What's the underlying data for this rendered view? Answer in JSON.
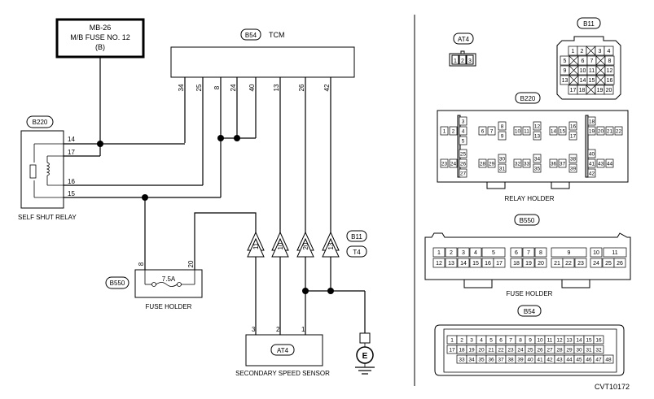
{
  "mb_fuse": {
    "line1": "MB-26",
    "line2": "M/B FUSE NO. 12",
    "line3": "(B)"
  },
  "tcm": {
    "id": "B54",
    "label": "TCM",
    "pins": [
      "34",
      "25",
      "8",
      "24",
      "40",
      "13",
      "26",
      "42"
    ]
  },
  "relay": {
    "id": "B220",
    "label": "SELF SHUT RELAY",
    "pins": [
      "14",
      "17",
      "16",
      "15"
    ]
  },
  "fuse_holder": {
    "id": "B550",
    "label": "FUSE HOLDER",
    "rating": "7.5A",
    "pins": [
      "8",
      "20"
    ]
  },
  "connectors": {
    "triangles": [
      "11",
      "10",
      "20",
      "13"
    ],
    "b11_id": "B11",
    "t4_id": "T4"
  },
  "sensor": {
    "id": "AT4",
    "label": "SECONDARY SPEED SENSOR",
    "pins": [
      "3",
      "2",
      "1"
    ],
    "ground": "E"
  },
  "panel": {
    "at4": {
      "id": "AT4",
      "pins": [
        "1",
        "2",
        "3"
      ]
    },
    "b11": {
      "id": "B11",
      "rows": [
        [
          "1",
          "2",
          "",
          "3",
          "4"
        ],
        [
          "5",
          "",
          "6",
          "7",
          "",
          "8"
        ],
        [
          "9",
          "",
          "10",
          "11",
          "",
          "12"
        ],
        [
          "13",
          "",
          "14",
          "15",
          "",
          "16"
        ],
        [
          "17",
          "18",
          "",
          "19",
          "20"
        ]
      ]
    },
    "b220": {
      "id": "B220",
      "label": "RELAY HOLDER",
      "pins": [
        "1",
        "2",
        "3",
        "4",
        "5",
        "6",
        "7",
        "8",
        "9",
        "10",
        "11",
        "12",
        "13",
        "14",
        "15",
        "16",
        "17",
        "18",
        "19",
        "20",
        "21",
        "22",
        "23",
        "24",
        "25",
        "26",
        "27",
        "28",
        "29",
        "30",
        "31",
        "32",
        "33",
        "34",
        "35",
        "36",
        "37",
        "38",
        "39",
        "40",
        "41",
        "42",
        "43",
        "44"
      ]
    },
    "b550": {
      "id": "B550",
      "label": "FUSE HOLDER",
      "top": [
        "1",
        "2",
        "3",
        "4",
        "5",
        "6",
        "7",
        "8",
        "9",
        "10",
        "11"
      ],
      "bottom": [
        "12",
        "13",
        "14",
        "15",
        "16",
        "17",
        "18",
        "19",
        "20",
        "21",
        "22",
        "23",
        "24",
        "25",
        "26"
      ]
    },
    "b54": {
      "id": "B54",
      "row1": [
        "1",
        "2",
        "3",
        "4",
        "5",
        "6",
        "7",
        "8",
        "9",
        "10",
        "11",
        "12",
        "13",
        "14",
        "15",
        "16"
      ],
      "row2": [
        "17",
        "18",
        "19",
        "20",
        "21",
        "22",
        "23",
        "24",
        "25",
        "26",
        "27",
        "28",
        "29",
        "30",
        "31",
        "32"
      ],
      "row3": [
        "33",
        "34",
        "35",
        "36",
        "37",
        "38",
        "39",
        "40",
        "41",
        "42",
        "43",
        "44",
        "45",
        "46",
        "47",
        "48"
      ]
    }
  },
  "code": "CVT10172"
}
